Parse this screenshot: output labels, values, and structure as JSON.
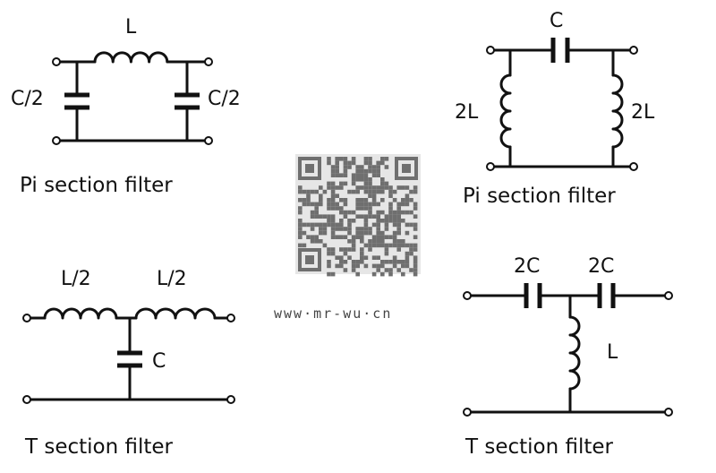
{
  "diagrams": {
    "pi_left": {
      "caption": "Pi section filter",
      "inductor_label": "L",
      "cap_left_label": "C/2",
      "cap_right_label": "C/2"
    },
    "pi_right": {
      "caption": "Pi section filter",
      "cap_label": "C",
      "ind_left_label": "2L",
      "ind_right_label": "2L"
    },
    "t_left": {
      "caption": "T section filter",
      "ind_left_label": "L/2",
      "ind_right_label": "L/2",
      "cap_label": "C"
    },
    "t_right": {
      "caption": "T section filter",
      "cap_left_label": "2C",
      "cap_right_label": "2C",
      "ind_label": "L"
    }
  },
  "watermark": {
    "url": "www·mr-wu·cn"
  }
}
